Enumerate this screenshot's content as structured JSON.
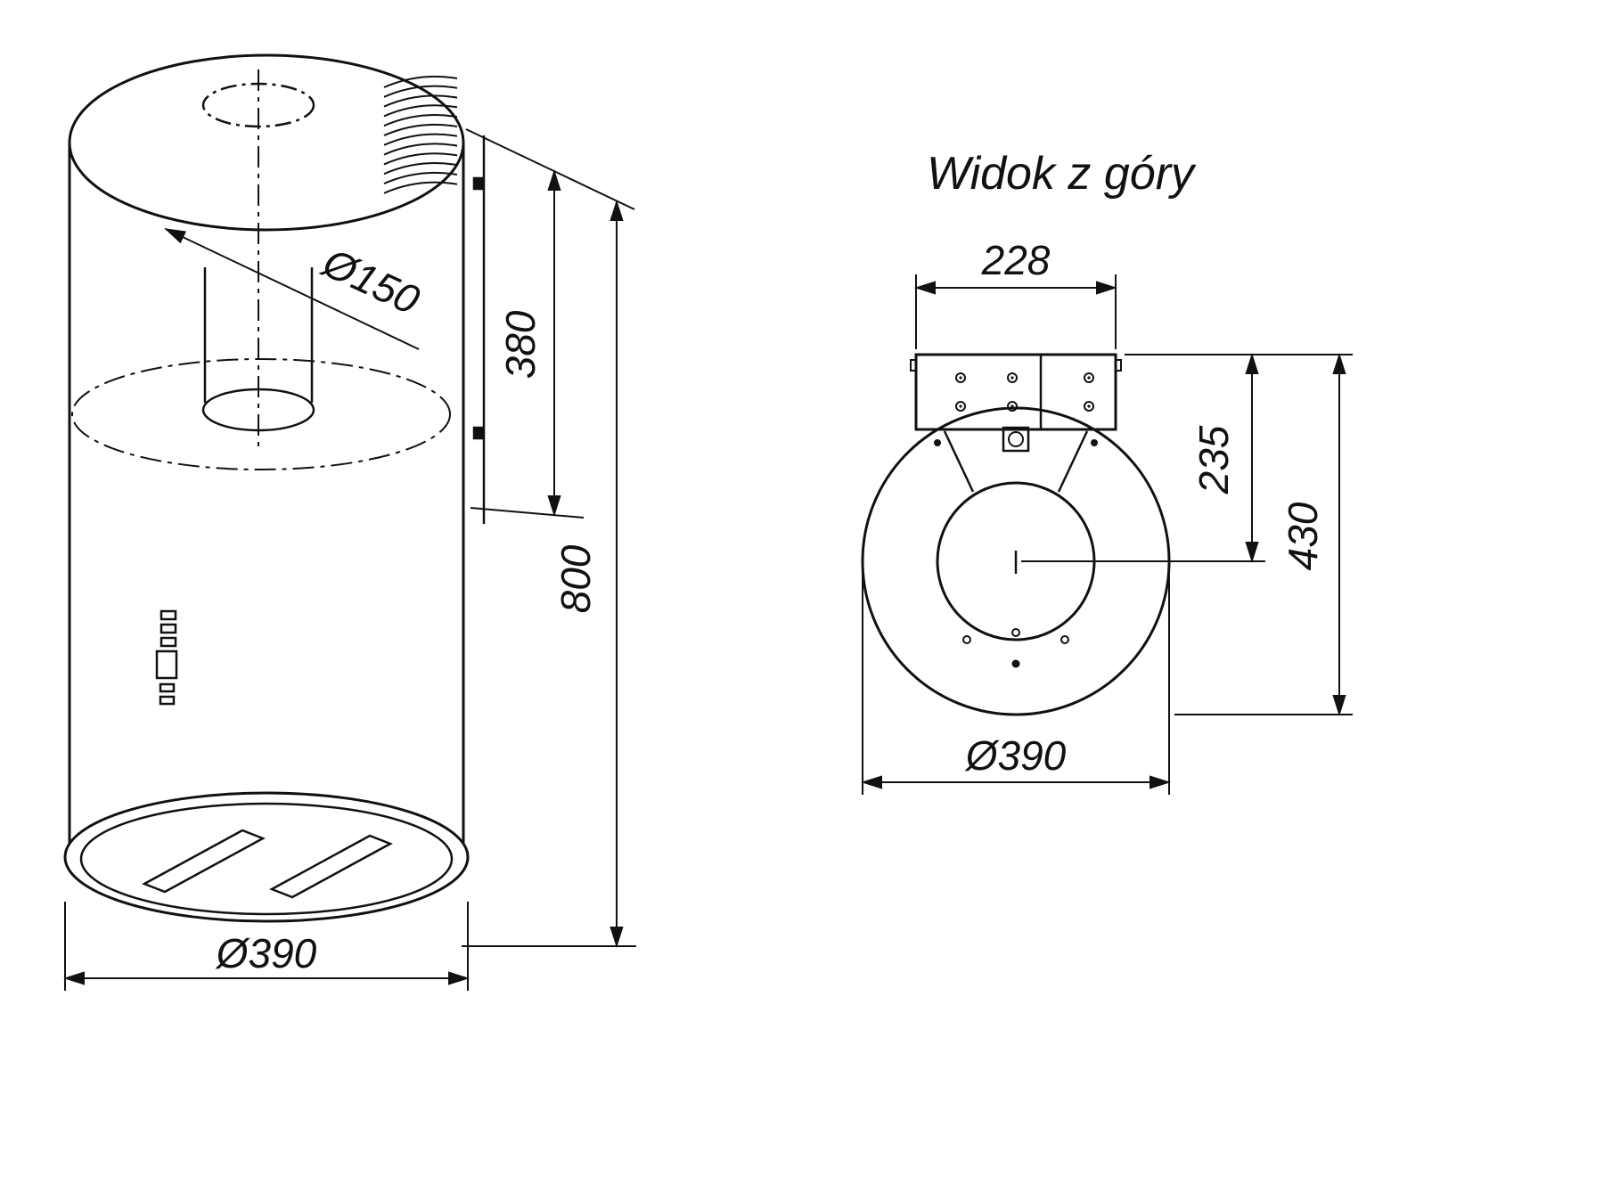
{
  "canvas": {
    "background": "#ffffff",
    "line_color": "#111111"
  },
  "side_view": {
    "dims": {
      "duct_diameter": "Ø150",
      "upper_section_height": "380",
      "total_height": "800",
      "body_diameter": "Ø390"
    }
  },
  "top_view": {
    "title": "Widok z góry",
    "dims": {
      "bracket_width": "228",
      "wall_to_center": "235",
      "total_depth": "430",
      "body_diameter": "Ø390"
    }
  }
}
